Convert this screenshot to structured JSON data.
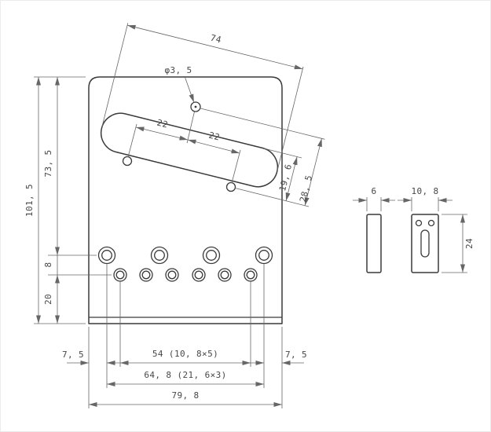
{
  "page": {
    "background": "#ffffff"
  },
  "colors": {
    "outline": "#3a3a3a",
    "dimension_lines": "#666666",
    "text": "#474747"
  },
  "drawing": {
    "labels": {
      "slot_length": "74",
      "hole_dia": "φ3, 5",
      "hole_offset_left": "22",
      "hole_offset_right": "22",
      "slot_width": "19, 6",
      "hole_span": "28, 5",
      "overall_height": "101, 5",
      "height_to_screw_row": "73, 5",
      "row_gap": "8",
      "bottom_section": "20",
      "string_span": "54 (10, 8×5)",
      "screw_span": "64, 8 (21, 6×3)",
      "overall_width": "79, 8",
      "margin_left": "7, 5",
      "margin_right": "7, 5",
      "plate_thickness": "6",
      "saddle_width": "10, 8",
      "saddle_height": "24"
    }
  }
}
